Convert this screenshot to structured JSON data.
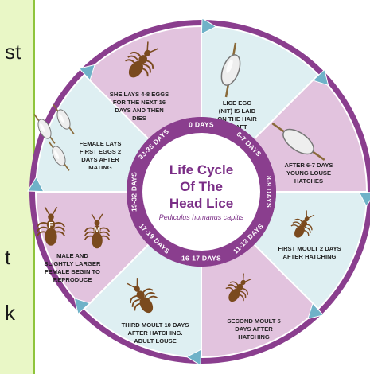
{
  "title_lines": [
    "Life Cycle",
    "Of The",
    "Head Lice"
  ],
  "subtitle": "Pediculus humanus capitis",
  "left_panel_fragments": [
    "st",
    "t",
    "k"
  ],
  "day_labels": [
    "0 DAYS",
    "6-7 DAYS",
    "8-9 DAYS",
    "11-12 DAYS",
    "16-17 DAYS",
    "17-19 DAYS",
    "19-32 DAYS",
    "33-35 DAYS"
  ],
  "stages": [
    {
      "lines": [
        "LICE EGG",
        "(NIT) IS LAID",
        "ON THE HAIR",
        "SHAFT"
      ],
      "icon": "lice-egg-on-hair-icon"
    },
    {
      "lines": [
        "AFTER 6-7 DAYS",
        "YOUNG LOUSE",
        "HATCHES"
      ],
      "icon": "hatching-egg-icon"
    },
    {
      "lines": [
        "FIRST MOULT 2 DAYS",
        "AFTER HATCHING"
      ],
      "icon": "nymph-louse-icon"
    },
    {
      "lines": [
        "SECOND MOULT 5",
        "DAYS AFTER",
        "HATCHING"
      ],
      "icon": "nymph-louse-icon"
    },
    {
      "lines": [
        "THIRD MOULT 10 DAYS",
        "AFTER HATCHING.",
        "ADULT LOUSE"
      ],
      "icon": "adult-louse-icon"
    },
    {
      "lines": [
        "MALE AND",
        "SLIGHTLY LARGER",
        "FEMALE BEGIN TO",
        "REPRODUCE"
      ],
      "icon": "male-female-lice-icon"
    },
    {
      "lines": [
        "FEMALE LAYS",
        "FIRST EGGS 2",
        "DAYS AFTER",
        "MATING"
      ],
      "icon": "eggs-on-hair-icon"
    },
    {
      "lines": [
        "SHE LAYS 4-8 EGGS",
        "FOR THE NEXT 16",
        "DAYS AND THEN",
        "DIES"
      ],
      "icon": "adult-louse-icon"
    }
  ],
  "sex_labels": {
    "female": "F",
    "male": "M"
  },
  "colors": {
    "segment_light": "#deeff2",
    "segment_pink": "#e2c3de",
    "ring_purple": "#8a3e8e",
    "arrow_blue": "#6fb2c8",
    "title_purple": "#7a2d86",
    "louse_brown": "#7a4a1e"
  }
}
